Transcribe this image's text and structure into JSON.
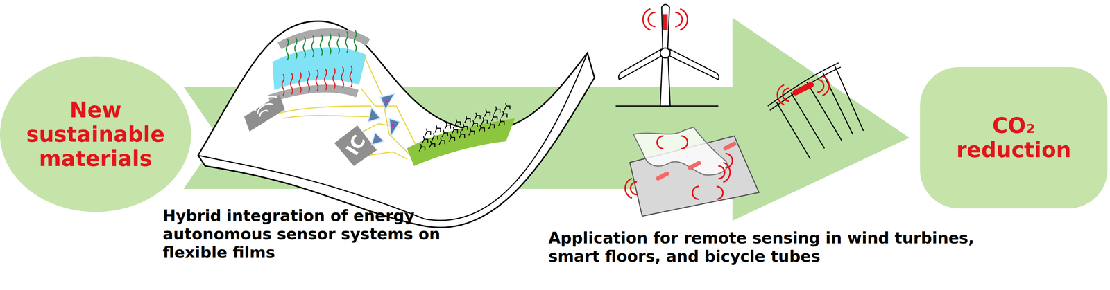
{
  "diagram": {
    "nodes": [
      {
        "text": [
          "New sustainable materials"
        ]
      },
      {
        "text": [
          "CO₂ reduction"
        ]
      }
    ],
    "edges": [
      {
        "from": 0,
        "to": 1,
        "arrow": "to"
      }
    ],
    "labels": [
      "IC",
      "Hybrid integration of energy autonomous sensor systems on flexible films",
      "Application for remote sensing in wind turbines, smart floors, and bicycle tubes"
    ]
  }
}
